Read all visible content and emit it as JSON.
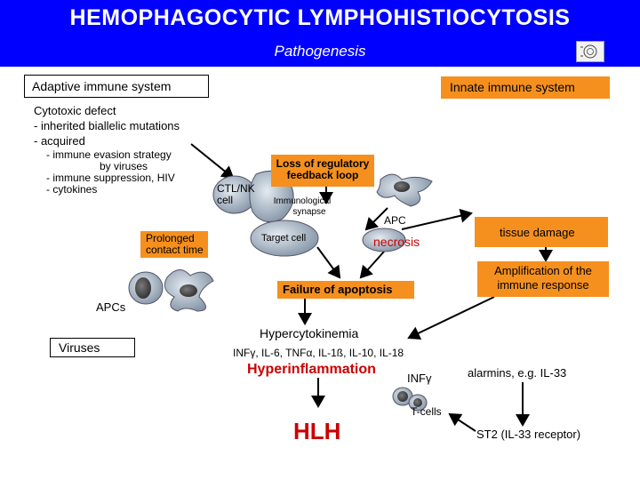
{
  "header": {
    "title": "HEMOPHAGOCYTIC  LYMPHOHISTIOCYTOSIS",
    "subtitle": "Pathogenesis",
    "logo_icon": "university-seal-icon",
    "bg_color": "#0000ff"
  },
  "adaptive": {
    "label": "Adaptive immune system"
  },
  "innate": {
    "label": "Innate immune system",
    "color": "#f5901e"
  },
  "cytotoxic": {
    "line1": "Cytotoxic defect",
    "line2": "- inherited biallelic mutations",
    "line3": "- acquired"
  },
  "evasion": {
    "line1": "- immune evasion strategy",
    "line2": "by viruses",
    "line3": "- immune suppression, HIV",
    "line4": "-  cytokines"
  },
  "loss": {
    "line1": "Loss of regulatory",
    "line2": "feedback loop"
  },
  "ctl": {
    "line1": "CTL/NK",
    "line2": "cell"
  },
  "synapse": {
    "line1": "Immunological",
    "line2": "synapse"
  },
  "apc_label": "APC",
  "prolonged": {
    "line1": "Prolonged",
    "line2": "contact time"
  },
  "target_cell": "Target cell",
  "necrosis": "necrosis",
  "tissue_damage": "tissue damage",
  "amplification": {
    "line1": "Amplification of the",
    "line2": "immune response"
  },
  "failure": "Failure of apoptosis",
  "apcs_label": "APCs",
  "viruses": "Viruses",
  "hypercytokinemia": "Hypercytokinemia",
  "cytokines": "INFγ, IL-6, TNFα, IL-1ß, IL-10, IL-18",
  "hyperinflammation": "Hyperinflammation",
  "infg": "INFγ",
  "alarmins": "alarmins, e.g. IL-33",
  "tcells": "T-cells",
  "hlh": "HLH",
  "st2": "ST2 (IL-33 receptor)"
}
